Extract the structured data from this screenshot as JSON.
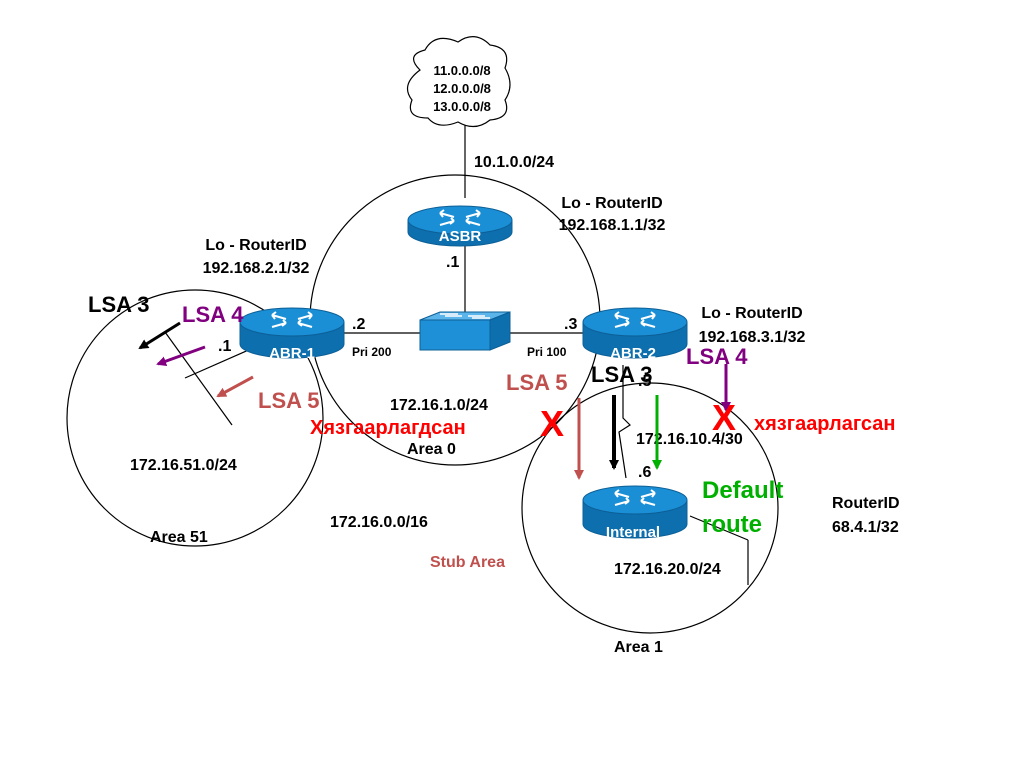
{
  "cloud": {
    "routes": [
      "11.0.0.0/8",
      "12.0.0.0/8",
      "13.0.0.0/8"
    ]
  },
  "links": {
    "asbr_uplink": "10.1.0.0/24",
    "area0_net": "172.16.1.0/24",
    "area51_net": "172.16.51.0/24",
    "area1_link": "172.16.10.4/30",
    "area1_lan": "172.16.20.0/24",
    "summary": "172.16.0.0/16"
  },
  "routers": {
    "asbr": {
      "label": "ASBR",
      "lo_title": "Lo - RouterID",
      "lo_ip": "192.168.1.1/32",
      "if": ".1"
    },
    "abr1": {
      "label": "ABR-1",
      "lo_title": "Lo - RouterID",
      "lo_ip": "192.168.2.1/32",
      "if_area0": ".2",
      "if_area51": ".1",
      "priority": "Pri 200"
    },
    "abr2": {
      "label": "ABR-2",
      "lo_title": "Lo - RouterID",
      "lo_ip": "192.168.3.1/32",
      "if_area0": ".3",
      "if_area1": ".5",
      "priority": "Pri 100"
    },
    "internal": {
      "label": "Internal",
      "lo_title": "RouterID",
      "lo_ip": "68.4.1/32",
      "if": ".6"
    }
  },
  "areas": {
    "area0": "Area 0",
    "area51": "Area 51",
    "area1": "Area 1",
    "stub": "Stub Area"
  },
  "lsa": {
    "left_lsa3": "LSA 3",
    "left_lsa4": "LSA 4",
    "left_lsa5": "LSA 5",
    "right_lsa5": "LSA 5",
    "right_lsa3": "LSA 3",
    "right_lsa4": "LSA 4"
  },
  "blocked": {
    "x_mark": "X",
    "restricted_left": "Хязгаарлагдсан",
    "restricted_right": "хязгаарлагсан"
  },
  "default_route": {
    "line1": "Default",
    "line2": "route"
  },
  "colors": {
    "router_blue": "#1a8fd6",
    "router_dark": "#0d5f96",
    "switch_blue": "#1e90d8",
    "lsa3": "#000000",
    "lsa4": "#800080",
    "lsa5": "#c0504d",
    "blocked": "#ff0000",
    "default_route": "#00b000"
  }
}
